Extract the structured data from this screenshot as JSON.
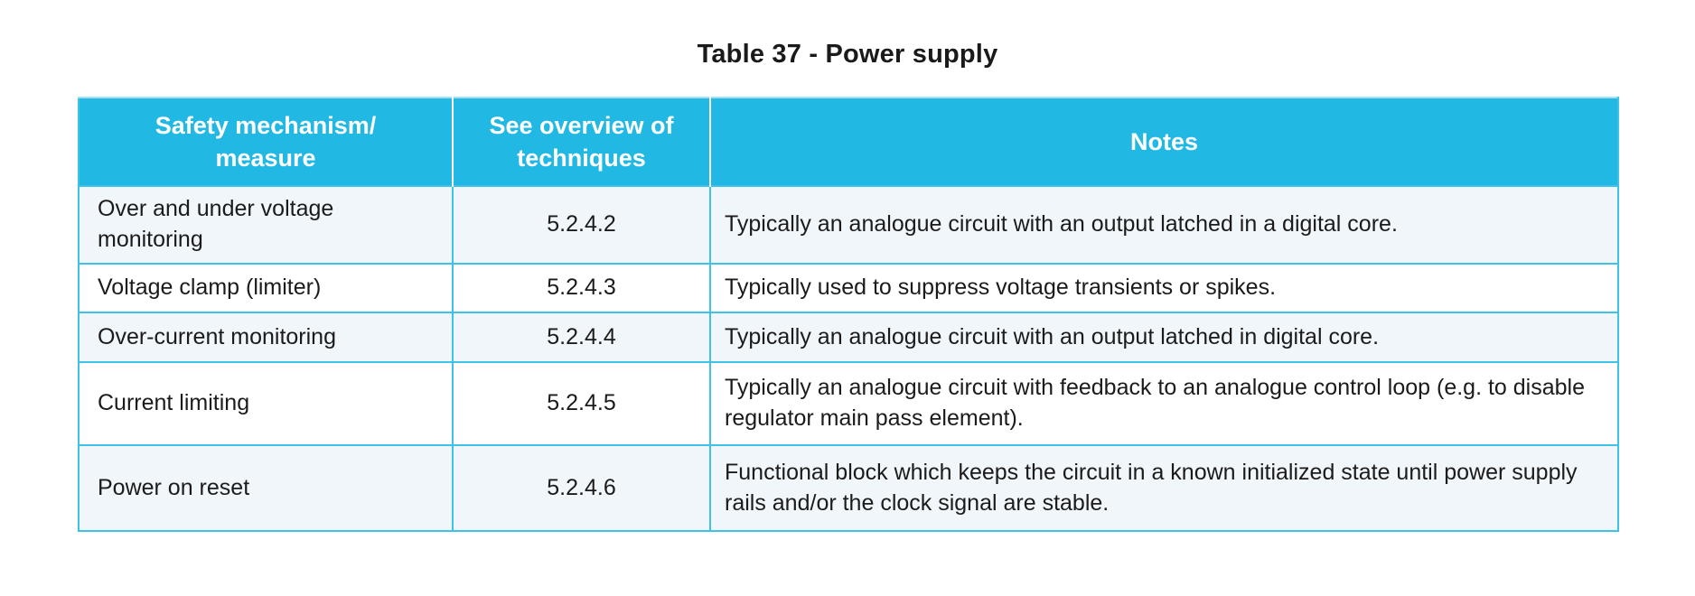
{
  "table": {
    "caption": "Table 37 - Power supply",
    "columns": [
      {
        "label": "Safety mechanism/\nmeasure"
      },
      {
        "label": "See overview of\ntechniques"
      },
      {
        "label": "Notes"
      }
    ],
    "rows": [
      {
        "mechanism": "Over and under voltage monitoring",
        "technique": "5.2.4.2",
        "notes": "Typically an analogue circuit with an output latched in a digital core."
      },
      {
        "mechanism": "Voltage clamp (limiter)",
        "technique": "5.2.4.3",
        "notes": "Typically used to suppress voltage transients or spikes."
      },
      {
        "mechanism": "Over-current monitoring",
        "technique": "5.2.4.4",
        "notes": "Typically an analogue circuit with an output latched in digital core."
      },
      {
        "mechanism": "Current limiting",
        "technique": "5.2.4.5",
        "notes": "Typically an analogue circuit with feedback to an analogue control loop (e.g. to disable regulator main pass element)."
      },
      {
        "mechanism": "Power on reset",
        "technique": "5.2.4.6",
        "notes": "Functional block which keeps the circuit in a known initialized state until power supply rails and/or the clock signal are stable."
      }
    ],
    "colors": {
      "header_bg": "#21b8e3",
      "header_text": "#ffffff",
      "grid_border": "#3ec2e8",
      "row_alt_bg": "#f1f6fa",
      "row_bg": "#ffffff",
      "body_text": "#1b1b1b"
    }
  }
}
